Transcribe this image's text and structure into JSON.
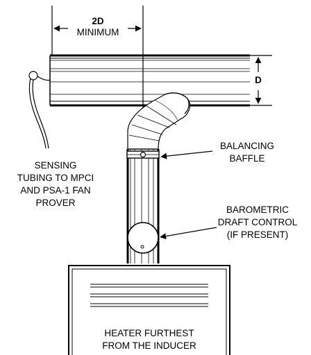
{
  "dimension_top": {
    "value": "2D",
    "label": "MINIMUM"
  },
  "dimension_right": {
    "value": "D"
  },
  "callouts": {
    "sensing_tubing": [
      "SENSING",
      "TUBING TO MPCI",
      "AND PSA-1 FAN",
      "PROVER"
    ],
    "balancing_baffle": [
      "BALANCING",
      "BAFFLE"
    ],
    "barometric_draft_control": [
      "BAROMETRIC",
      "DRAFT CONTROL",
      "(IF PRESENT)"
    ],
    "heater": [
      "HEATER FURTHEST",
      "FROM THE INDUCER"
    ]
  },
  "colors": {
    "line": "#000000",
    "background": "#ffffff"
  }
}
